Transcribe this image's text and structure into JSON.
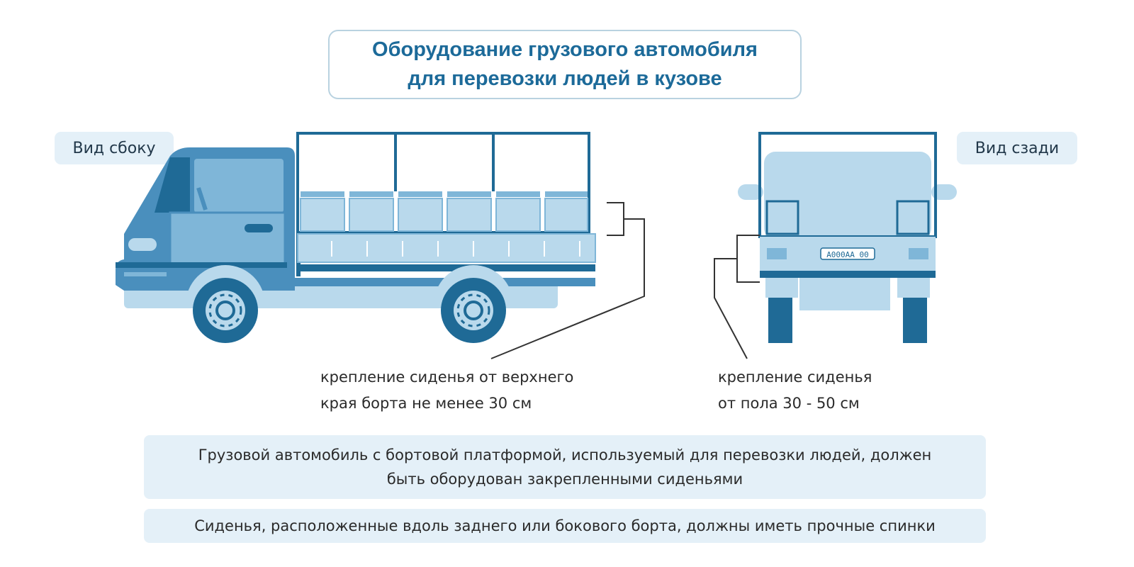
{
  "title": {
    "line1": "Оборудование грузового автомобиля",
    "line2": "для перевозки людей в кузове"
  },
  "views": {
    "side": "Вид сбоку",
    "rear": "Вид сзади"
  },
  "annotations": {
    "side_line1": "крепление сиденья от верхнего",
    "side_line2": "края борта не менее 30 см",
    "rear_line1": "крепление сиденья",
    "rear_line2": "от пола 30 - 50 см"
  },
  "plate": "А000АА 00",
  "info": {
    "line1": "Грузовой автомобиль с бортовой платформой, используемый для перевозки людей, должен",
    "line2": "быть оборудован закрепленными сиденьями",
    "line3": "Сиденья, расположенные вдоль заднего или бокового борта, должны иметь прочные спинки"
  },
  "colors": {
    "title": "#1c6a99",
    "dark": "#1f6a96",
    "mid": "#4a8fbd",
    "light": "#7fb6d8",
    "pale": "#b9d9ec",
    "pill": "#e4f0f8"
  }
}
